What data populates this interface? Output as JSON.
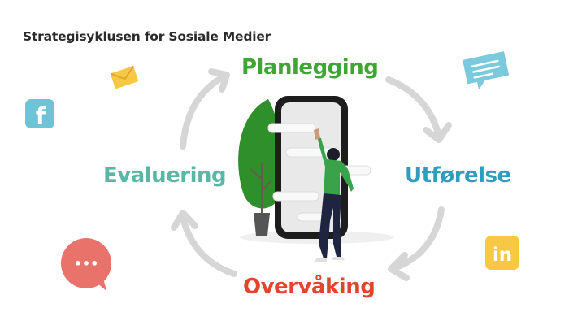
{
  "title": "Strategisyklusen for Sosiale Medier",
  "stages": [
    {
      "label": "Planlegging",
      "color": "#3fa535"
    },
    {
      "label": "Utførelse",
      "color": "#2e9dbf"
    },
    {
      "label": "Overvåking",
      "color": "#e2452b"
    },
    {
      "label": "Evaluering",
      "color": "#5bb7a5"
    }
  ],
  "icons": {
    "facebook": {
      "glyph": "f",
      "color": "#6fc3d6"
    },
    "linkedin": {
      "glyph": "in",
      "color": "#f7c843"
    },
    "envelope": {
      "color": "#f7c843"
    },
    "chat_bubble": {
      "color": "#7cc8dc"
    },
    "speech_bubble": {
      "glyph": "•••",
      "color": "#e9736a"
    }
  },
  "arrow_color": "#d6d6d6"
}
